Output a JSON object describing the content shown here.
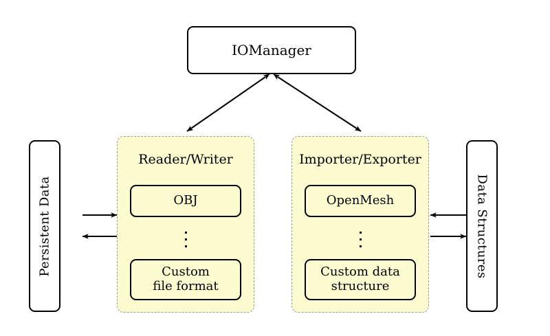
{
  "diagram": {
    "title_node": {
      "label": "IOManager"
    },
    "left_endpoint": {
      "label": "Persistent Data"
    },
    "right_endpoint": {
      "label": "Data Structures"
    },
    "groups": [
      {
        "id": "reader-writer",
        "title": "Reader/Writer",
        "items": [
          {
            "label": "OBJ"
          },
          {
            "label": "Custom\nfile format",
            "line1": "Custom",
            "line2": "file format"
          }
        ],
        "ellipsis": "⋮"
      },
      {
        "id": "importer-exporter",
        "title": "Importer/Exporter",
        "items": [
          {
            "label": "OpenMesh"
          },
          {
            "label": "Custom data\nstructure",
            "line1": "Custom data",
            "line2": "structure"
          }
        ],
        "ellipsis": "⋮"
      }
    ],
    "connections": [
      {
        "name": "iomanager-to-reader-writer",
        "type": "bidirectional-diagonal"
      },
      {
        "name": "iomanager-to-importer-exporter",
        "type": "bidirectional-diagonal"
      },
      {
        "name": "persistent-data-to-reader-writer",
        "type": "arrow-right"
      },
      {
        "name": "reader-writer-to-persistent-data",
        "type": "arrow-left"
      },
      {
        "name": "data-structures-to-importer-exporter",
        "type": "arrow-left"
      },
      {
        "name": "importer-exporter-to-data-structures",
        "type": "arrow-right"
      }
    ],
    "colors": {
      "group_fill": "#fdfbd0",
      "group_border": "#9a9a90",
      "box_border": "#000000",
      "box_fill": "#ffffff",
      "background": "#ffffff"
    }
  }
}
